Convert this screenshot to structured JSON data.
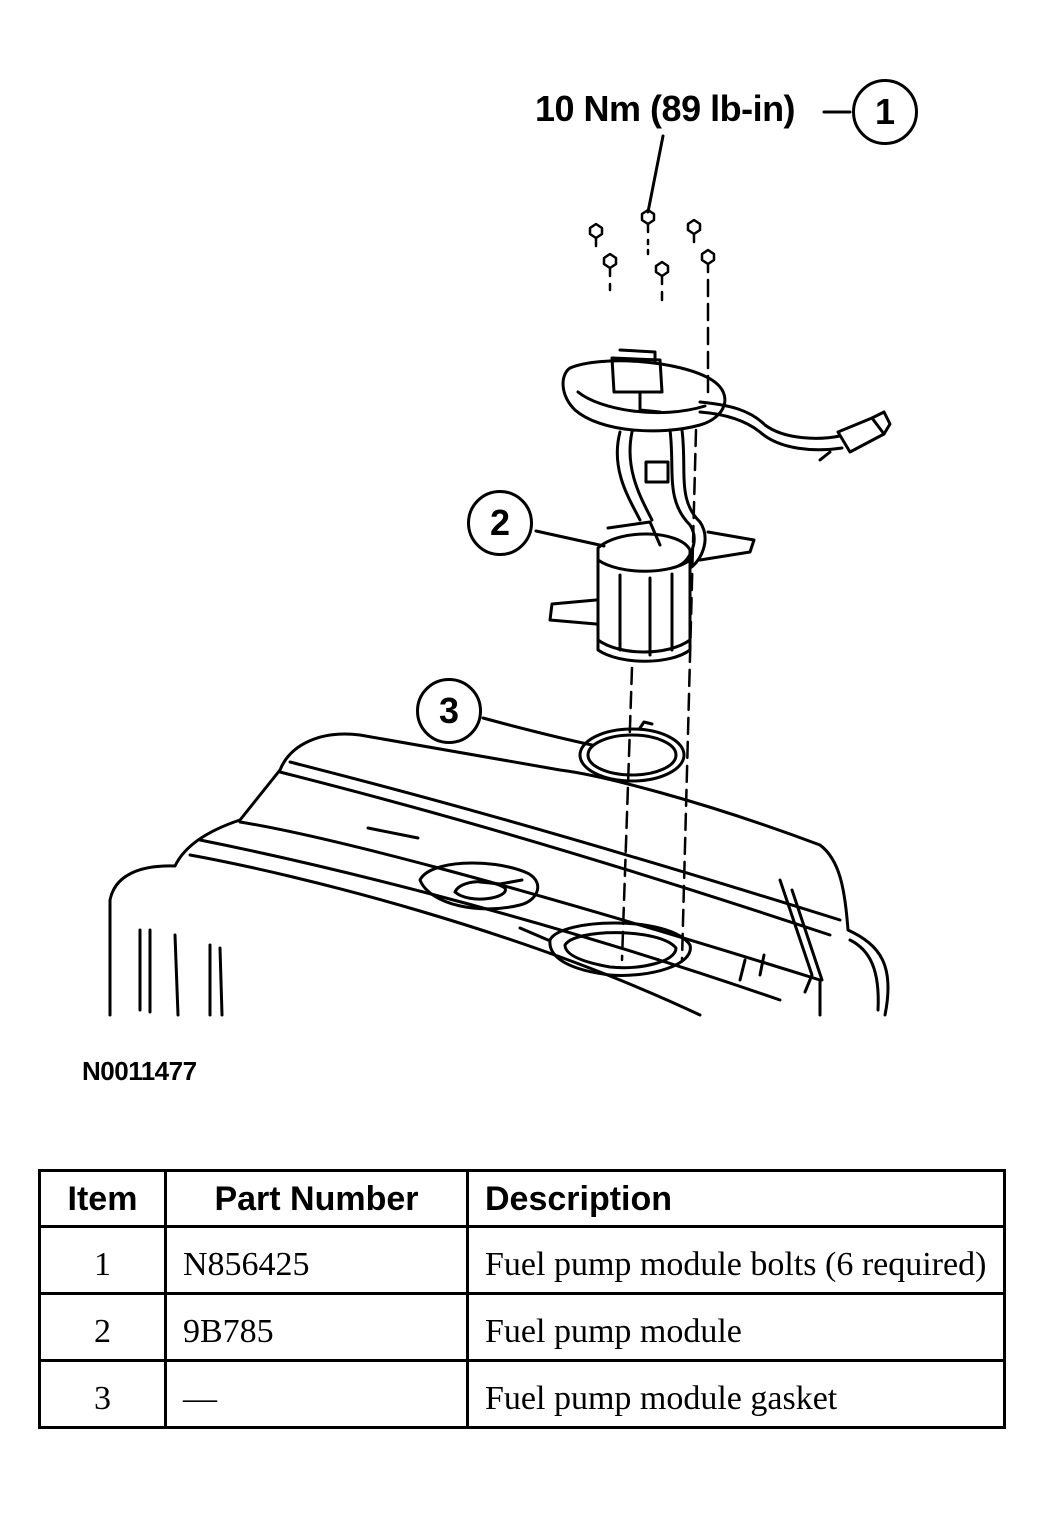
{
  "diagram": {
    "torque_spec": "10 Nm (89 lb-in)",
    "callouts": [
      "1",
      "2",
      "3"
    ],
    "figure_id": "N0011477"
  },
  "table": {
    "headers": {
      "item": "Item",
      "part_number": "Part Number",
      "description": "Description"
    },
    "rows": [
      {
        "item": "1",
        "part_number": "N856425",
        "description": "Fuel pump module bolts (6 required)"
      },
      {
        "item": "2",
        "part_number": "9B785",
        "description": "Fuel pump module"
      },
      {
        "item": "3",
        "part_number": "—",
        "description": "Fuel pump module gasket"
      }
    ]
  }
}
